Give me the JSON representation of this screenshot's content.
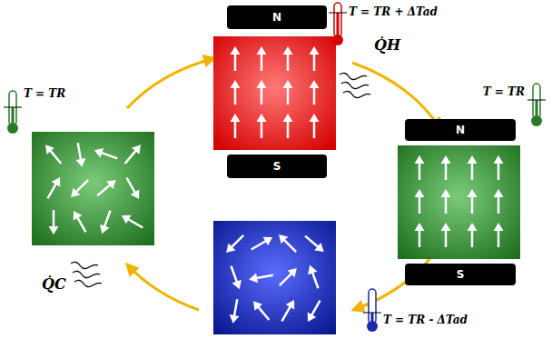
{
  "diagram": {
    "nodes": [
      {
        "text": [
          "N"
        ]
      },
      {
        "text": [
          "N"
        ]
      },
      {
        "text": [
          "S"
        ]
      },
      {
        "text": [
          "S"
        ]
      }
    ],
    "labels": [
      "T = TR + ΔTad",
      "Q̇H",
      "T = TR",
      "T = TR",
      "Q̇C",
      "T = TR - ΔTad"
    ]
  }
}
